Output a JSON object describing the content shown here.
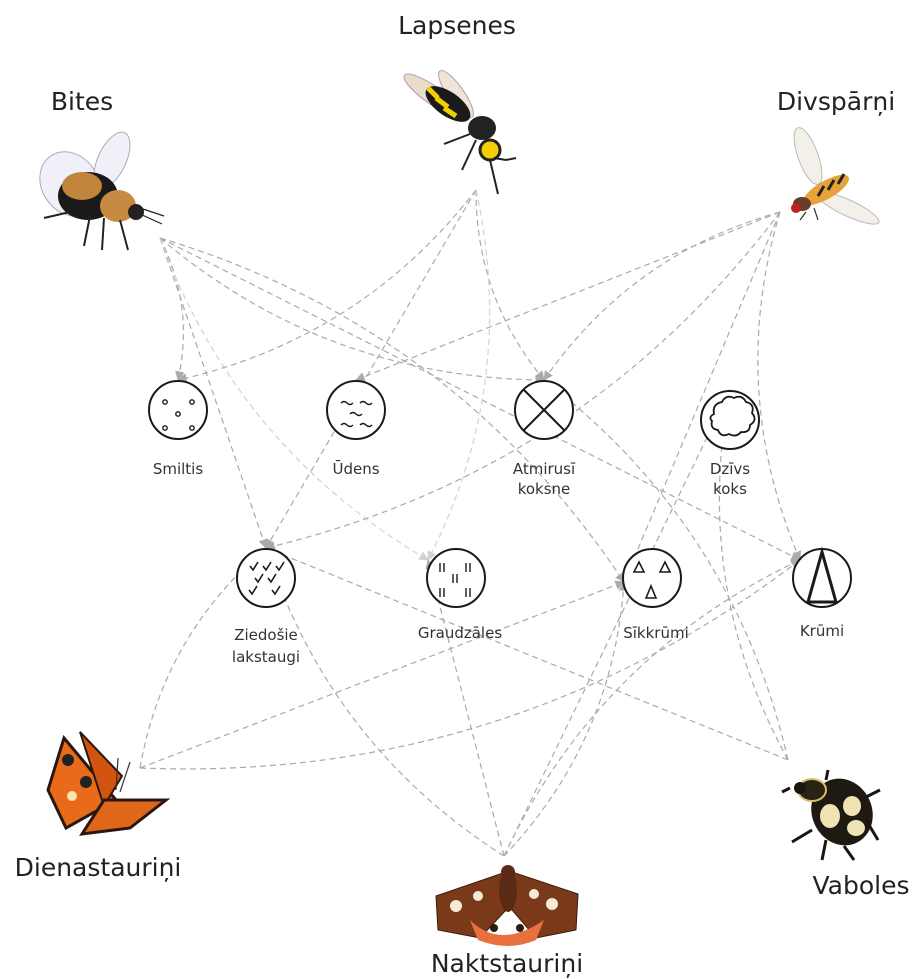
{
  "insects": [
    {
      "id": "bites",
      "label": "Bites",
      "icon": "bee-icon"
    },
    {
      "id": "lapsenes",
      "label": "Lapsenes",
      "icon": "wasp-icon"
    },
    {
      "id": "divsparni",
      "label": "Divspārņi",
      "icon": "hoverfly-icon"
    },
    {
      "id": "dienastaurini",
      "label": "Dienastauriņi",
      "icon": "butterfly-icon"
    },
    {
      "id": "naktstaurini",
      "label": "Naktstauriņi",
      "icon": "moth-icon"
    },
    {
      "id": "vaboles",
      "label": "Vaboles",
      "icon": "beetle-icon"
    }
  ],
  "habitats": [
    {
      "id": "smiltis",
      "lines": [
        "Smiltis"
      ],
      "icon": "sand-icon"
    },
    {
      "id": "udens",
      "lines": [
        "Ūdens"
      ],
      "icon": "water-icon"
    },
    {
      "id": "atmirusi_koksne",
      "lines": [
        "Atmirusī",
        "koksne"
      ],
      "icon": "dead-wood-icon"
    },
    {
      "id": "dzivs_koks",
      "lines": [
        "Dzīvs",
        "koks"
      ],
      "icon": "living-tree-icon"
    },
    {
      "id": "ziedosie_lakstaugi",
      "lines": [
        "Ziedošie",
        "lakstaugi"
      ],
      "icon": "flowering-herbs-icon"
    },
    {
      "id": "graudzales",
      "lines": [
        "Graudzāles"
      ],
      "icon": "grasses-icon"
    },
    {
      "id": "sikkrumi",
      "lines": [
        "Sīkkrūmi"
      ],
      "icon": "dwarf-shrubs-icon"
    },
    {
      "id": "krumi",
      "lines": [
        "Krūmi"
      ],
      "icon": "shrubs-icon"
    }
  ],
  "links": [
    [
      "bites",
      "smiltis"
    ],
    [
      "bites",
      "ziedosie_lakstaugi"
    ],
    [
      "bites",
      "atmirusi_koksne"
    ],
    [
      "bites",
      "sikkrumi"
    ],
    [
      "bites",
      "krumi"
    ],
    [
      "bites",
      "graudzales"
    ],
    [
      "lapsenes",
      "smiltis"
    ],
    [
      "lapsenes",
      "ziedosie_lakstaugi"
    ],
    [
      "lapsenes",
      "atmirusi_koksne"
    ],
    [
      "lapsenes",
      "graudzales"
    ],
    [
      "divsparni",
      "udens"
    ],
    [
      "divsparni",
      "atmirusi_koksne"
    ],
    [
      "divsparni",
      "ziedosie_lakstaugi"
    ],
    [
      "divsparni",
      "sikkrumi"
    ],
    [
      "divsparni",
      "krumi"
    ],
    [
      "dienastaurini",
      "ziedosie_lakstaugi"
    ],
    [
      "dienastaurini",
      "sikkrumi"
    ],
    [
      "dienastaurini",
      "krumi"
    ],
    [
      "naktstaurini",
      "ziedosie_lakstaugi"
    ],
    [
      "naktstaurini",
      "dzivs_koks"
    ],
    [
      "naktstaurini",
      "sikkrumi"
    ],
    [
      "naktstaurini",
      "krumi"
    ],
    [
      "naktstaurini",
      "graudzales"
    ],
    [
      "vaboles",
      "atmirusi_koksne"
    ],
    [
      "vaboles",
      "dzivs_koks"
    ],
    [
      "vaboles",
      "ziedosie_lakstaugi"
    ]
  ],
  "colors": {
    "edge": "#aaaaaa",
    "edge_faint": "#d2d2d2",
    "node_stroke": "#1a1a1a",
    "text": "#222222"
  }
}
